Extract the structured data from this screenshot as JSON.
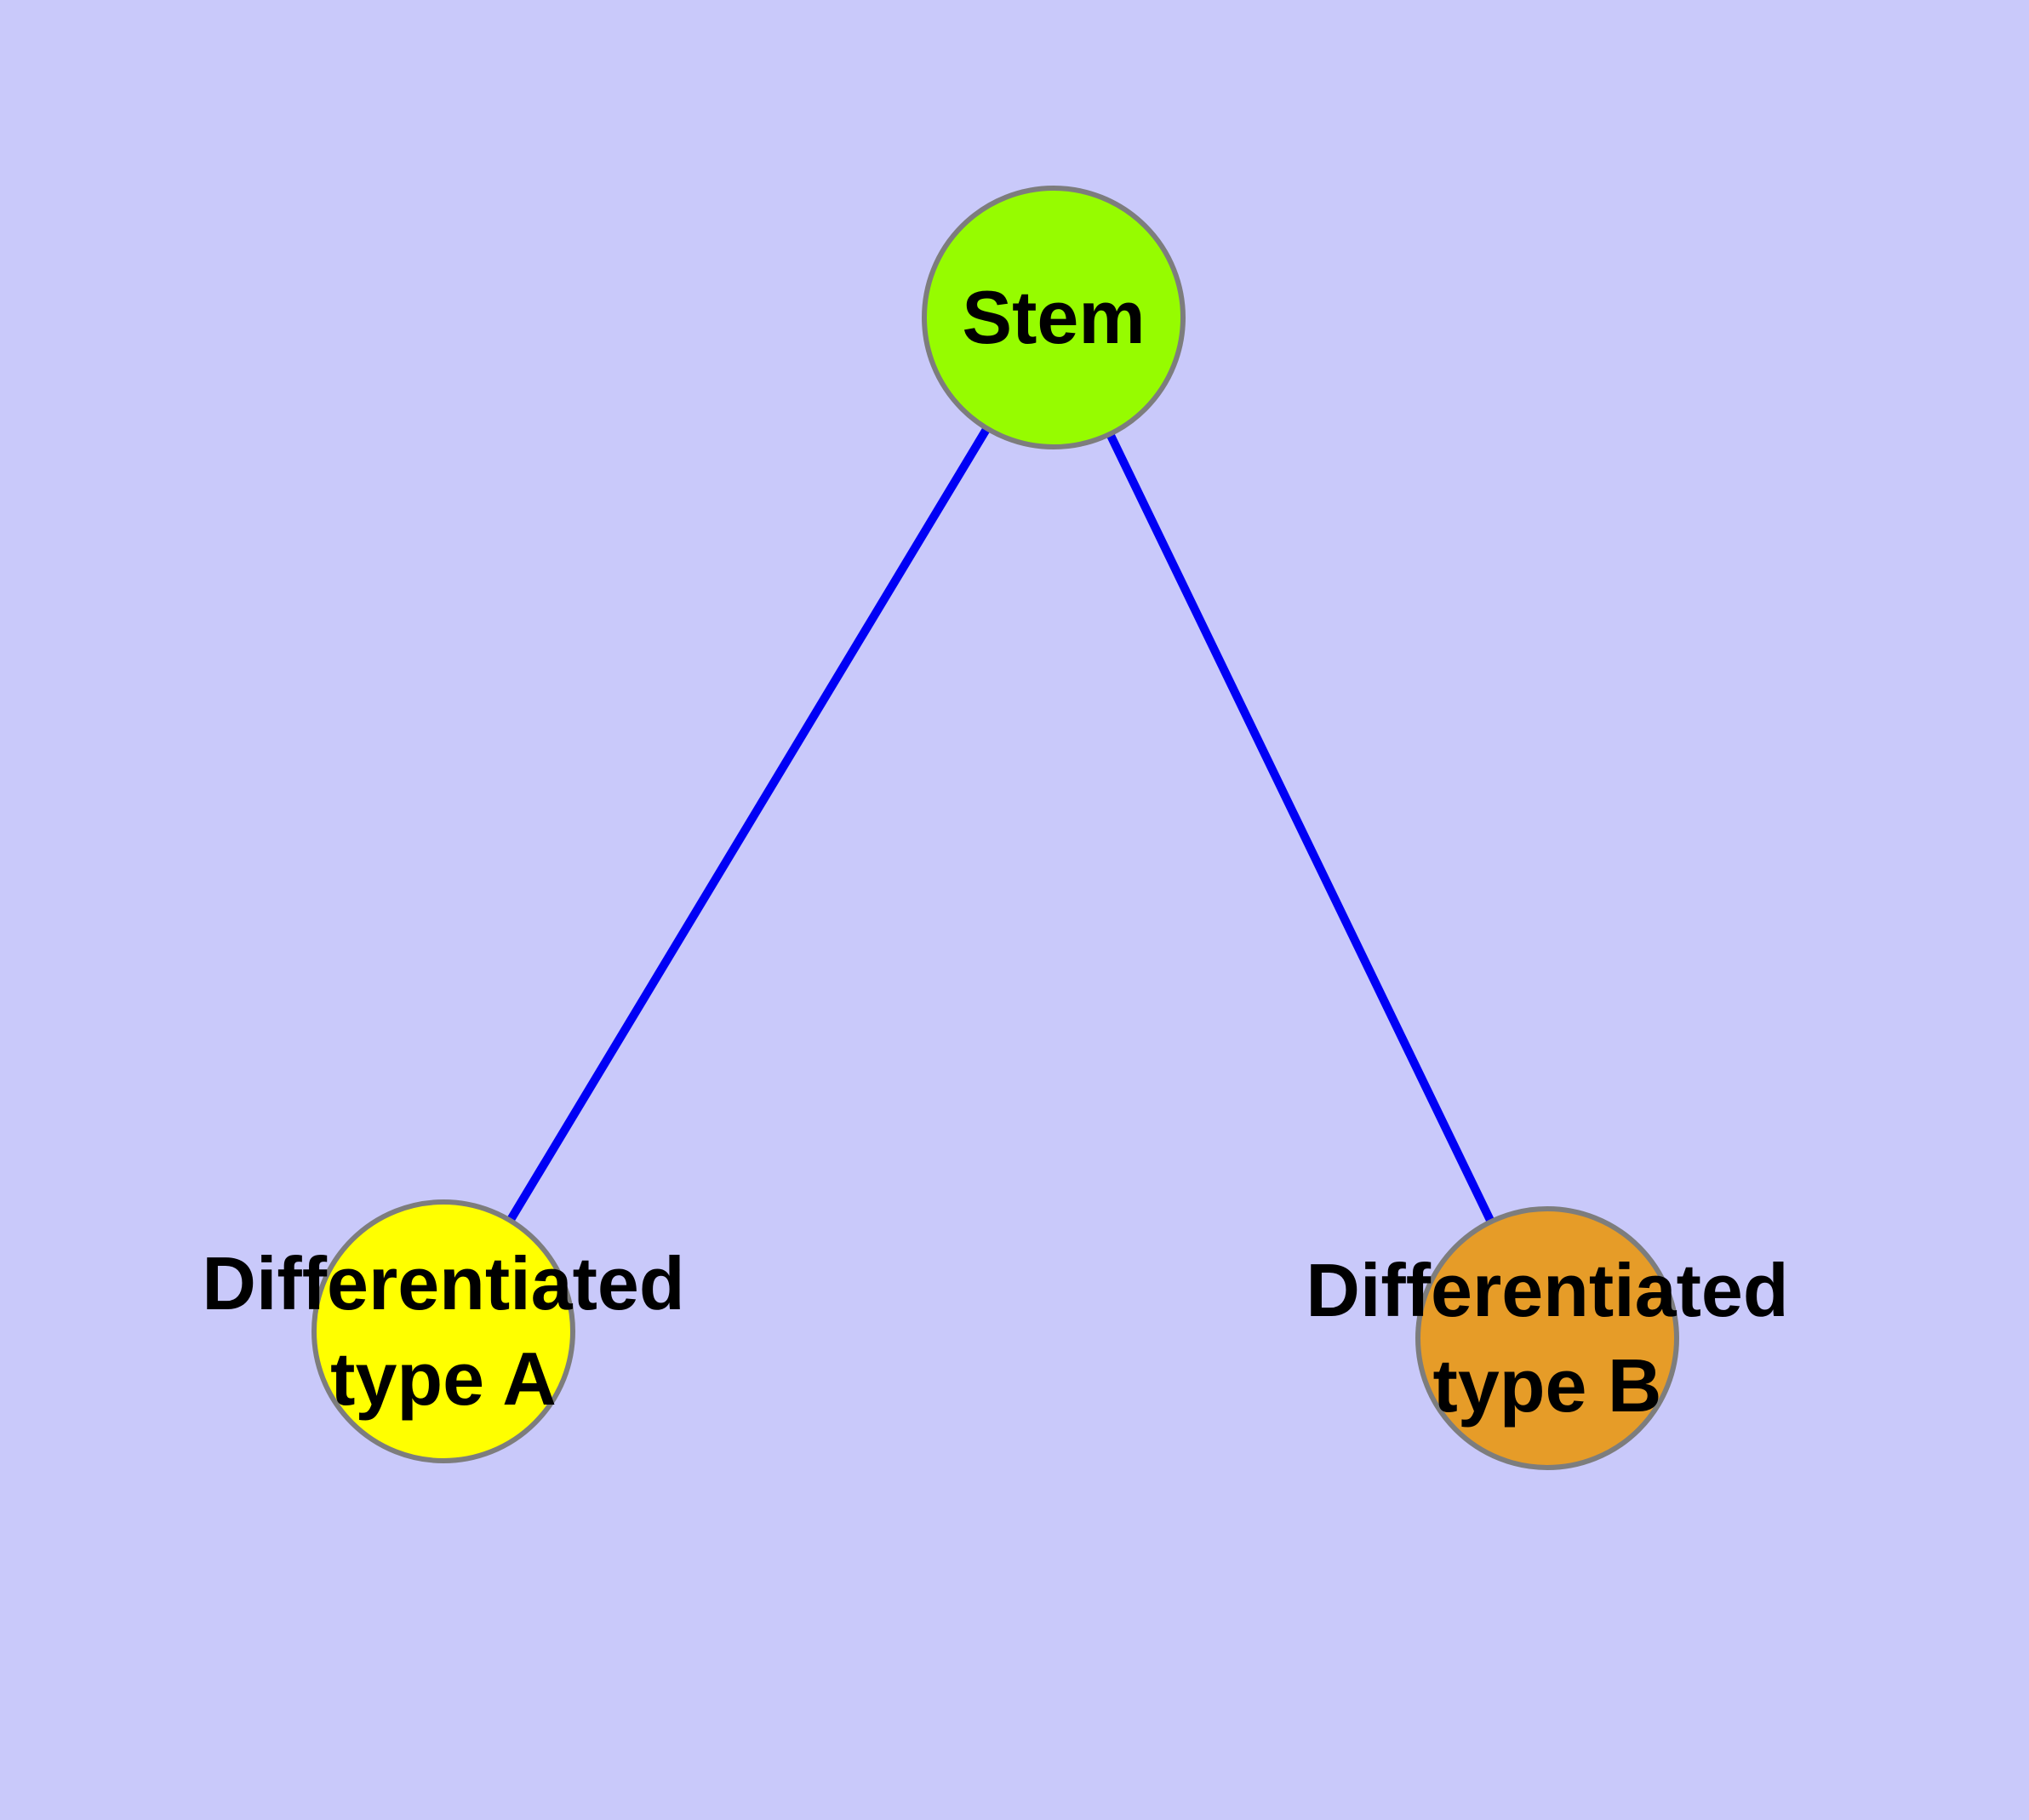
{
  "diagram": {
    "type": "node-link graph",
    "background_color": "#c9c9fa",
    "text_color": "#000000",
    "node_border_color": "#7d7d7d",
    "nodes": {
      "stem": {
        "label": "Stem",
        "fill": "#96fc00"
      },
      "type_a": {
        "label_line1": "Differentiated",
        "label_line2": "type A",
        "fill": "#ffff00"
      },
      "type_b": {
        "label_line1": "Differentiated",
        "label_line2": "type B",
        "fill": "#e69c28"
      }
    },
    "edges": {
      "color": "#0000f5",
      "items": [
        {
          "from": "Stem",
          "to": "Differentiated type A"
        },
        {
          "from": "Stem",
          "to": "Differentiated type B"
        }
      ]
    }
  }
}
